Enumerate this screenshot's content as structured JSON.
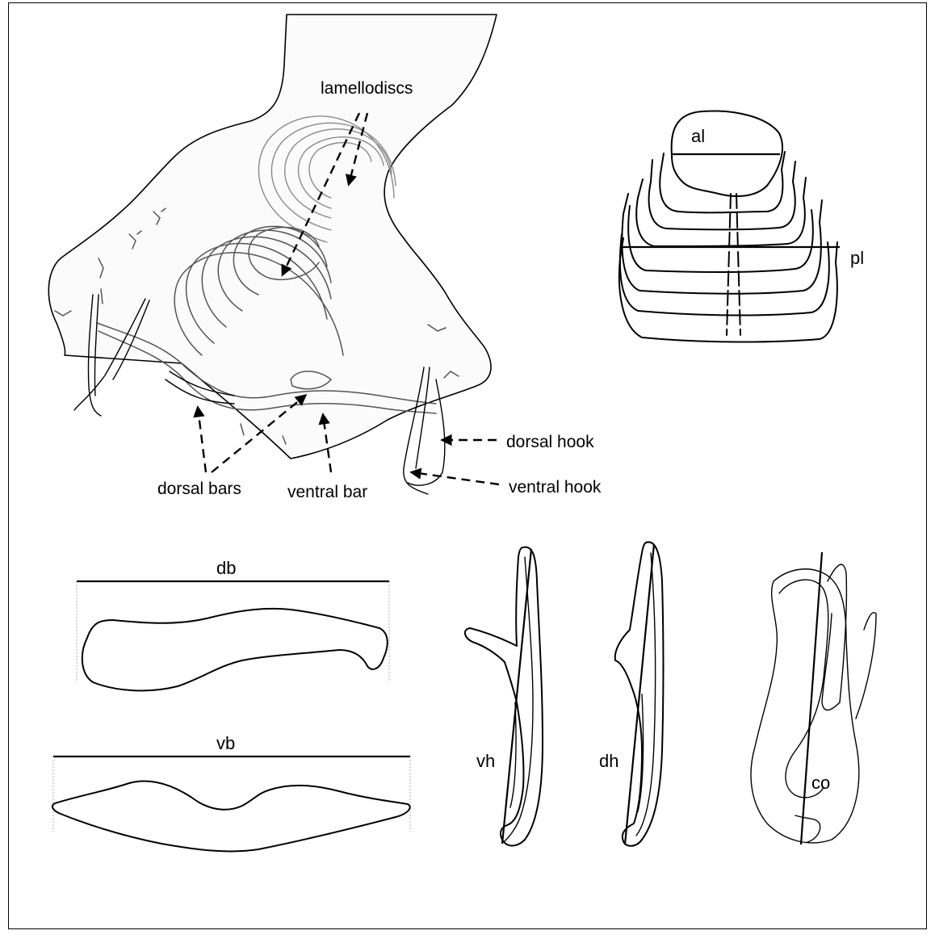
{
  "labels": {
    "lamellodiscs": "lamellodiscs",
    "dorsal_hook": "dorsal hook",
    "ventral_hook": "ventral hook",
    "dorsal_bars": "dorsal bars",
    "ventral_bar": "ventral bar",
    "al": "al",
    "pl": "pl",
    "db": "db",
    "vb": "vb",
    "vh": "vh",
    "dh": "dh",
    "co": "co"
  },
  "colors": {
    "line": "#000000",
    "background": "#ffffff",
    "stipple": "#555555"
  }
}
